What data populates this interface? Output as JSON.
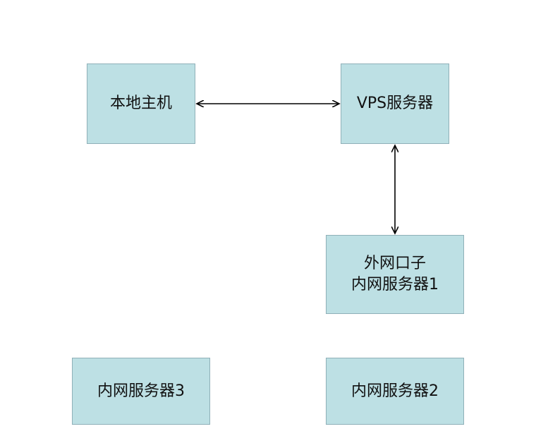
{
  "nodes": {
    "local_host": {
      "label": "本地主机"
    },
    "vps_server": {
      "label": "VPS服务器"
    },
    "inner_server_1": {
      "line1": "外网口子",
      "line2": "内网服务器1"
    },
    "inner_server_3": {
      "label": "内网服务器3"
    },
    "inner_server_2": {
      "label": "内网服务器2"
    }
  },
  "edges": [
    {
      "from": "local_host",
      "to": "vps_server",
      "direction": "bidirectional"
    },
    {
      "from": "vps_server",
      "to": "inner_server_1",
      "direction": "bidirectional"
    }
  ],
  "colors": {
    "node_fill": "#bde0e4",
    "node_border": "#8fb0b8",
    "arrow": "#000000"
  }
}
